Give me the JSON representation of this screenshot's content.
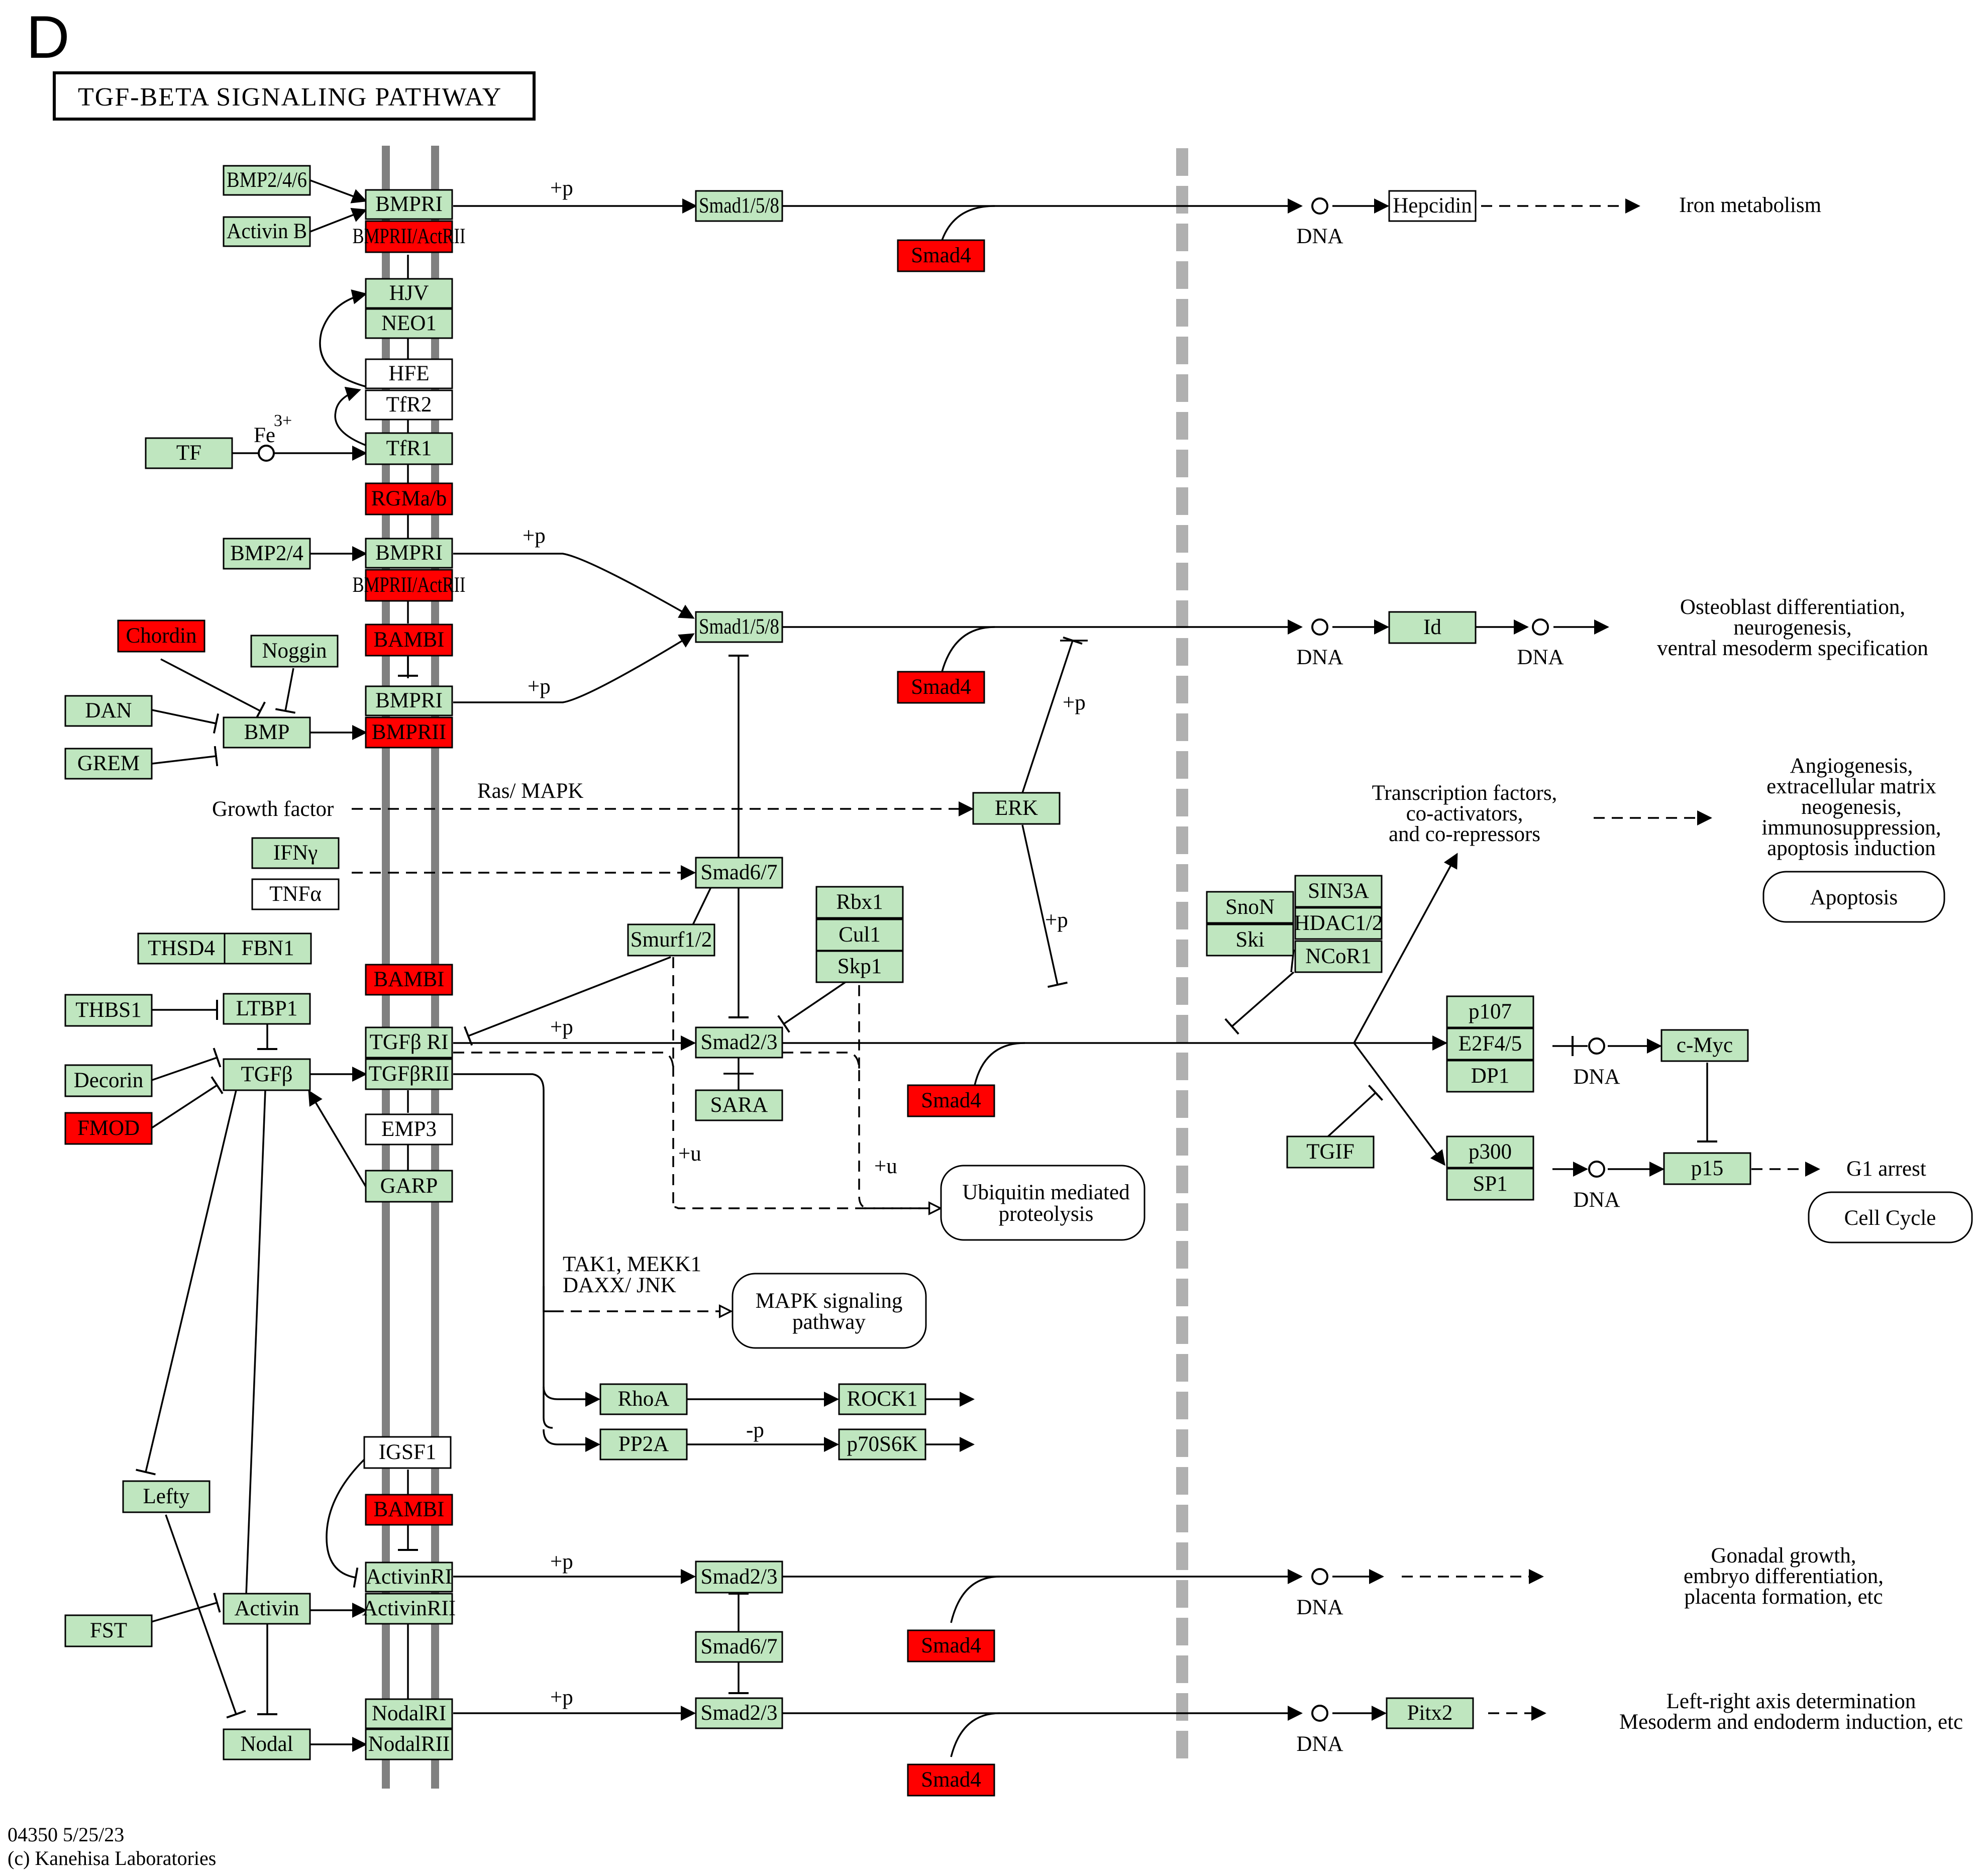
{
  "panel_letter": "D",
  "title": "TGF-BETA SIGNALING PATHWAY",
  "footer": {
    "code": "04350 5/25/23",
    "copyright": "(c) Kanehisa Laboratories"
  },
  "colors": {
    "green": "#bfe6bf",
    "red": "#ff0000",
    "white": "#ffffff",
    "membrane": "#808080",
    "nucleus": "#b0b0b0"
  },
  "nodes": {
    "bmp246": "BMP2/4/6",
    "activin_b": "Activin B",
    "bmpri_1": "BMPRI",
    "bmprii_actrii_1": "BMPRII/ActRII",
    "hjv": "HJV",
    "neo1": "NEO1",
    "hfe": "HFE",
    "tfr2": "TfR2",
    "tf": "TF",
    "tfr1": "TfR1",
    "rgmab": "RGMa/b",
    "bmp24": "BMP2/4",
    "bmpri_2": "BMPRI",
    "bmprii_actrii_2": "BMPRII/ActRII",
    "chordin": "Chordin",
    "noggin": "Noggin",
    "bambi_1": "BAMBI",
    "dan": "DAN",
    "bmp": "BMP",
    "bmpri_3": "BMPRI",
    "bmprii_3": "BMPRII",
    "grem": "GREM",
    "ifny": "IFNγ",
    "tnfa": "TNFα",
    "thsd4": "THSD4",
    "fbn1": "FBN1",
    "bambi_2": "BAMBI",
    "thbs1": "THBS1",
    "ltbp1": "LTBP1",
    "tgfbri": "TGFβ RI",
    "decorin": "Decorin",
    "tgfb": "TGFβ",
    "tgfbrii": "TGFβRII",
    "fmod": "FMOD",
    "emp3": "EMP3",
    "garp": "GARP",
    "smad158_1": "Smad1/5/8",
    "smad4_1": "Smad4",
    "smad158_2": "Smad1/5/8",
    "smad4_2": "Smad4",
    "erk": "ERK",
    "smad67_1": "Smad6/7",
    "smurf12": "Smurf1/2",
    "rbx1": "Rbx1",
    "cul1": "Cul1",
    "skp1": "Skp1",
    "smad23_1": "Smad2/3",
    "sara": "SARA",
    "smad4_3": "Smad4",
    "hepcidin": "Hepcidin",
    "id": "Id",
    "snon": "SnoN",
    "ski": "Ski",
    "sin3a": "SIN3A",
    "hdac12": "HDAC1/2",
    "ncor1": "NCoR1",
    "p107": "p107",
    "e2f45": "E2F4/5",
    "dp1": "DP1",
    "cmyc": "c-Myc",
    "tgif": "TGIF",
    "p300": "p300",
    "sp1": "SP1",
    "p15": "p15",
    "rhoa": "RhoA",
    "rock1": "ROCK1",
    "pp2a": "PP2A",
    "p70s6k": "p70S6K",
    "igsf1": "IGSF1",
    "bambi_3": "BAMBI",
    "lefty": "Lefty",
    "activinri": "ActivinRI",
    "activin": "Activin",
    "activinrii": "ActivinRII",
    "fst": "FST",
    "smad23_2": "Smad2/3",
    "smad67_2": "Smad6/7",
    "smad4_4": "Smad4",
    "nodal": "Nodal",
    "nodalri": "NodalRI",
    "nodalrii": "NodalRII",
    "smad23_3": "Smad2/3",
    "smad4_5": "Smad4",
    "pitx2": "Pitx2"
  },
  "labels": {
    "plus_p": "+p",
    "minus_p": "-p",
    "plus_u": "+u",
    "dna": "DNA",
    "fe": "Fe",
    "fe_sup": "3+",
    "growth_factor": "Growth factor",
    "ras_mapk": "Ras/ MAPK",
    "tak1_line1": "TAK1, MEKK1",
    "tak1_line2": "DAXX/ JNK",
    "iron_metabolism": "Iron metabolism",
    "osteo_1": "Osteoblast differentiation,",
    "osteo_2": "neurogenesis,",
    "osteo_3": "ventral mesoderm specification",
    "tf_1": "Transcription factors,",
    "tf_2": "co-activators,",
    "tf_3": "and co-repressors",
    "angio_1": "Angiogenesis,",
    "angio_2": "extracellular matrix",
    "angio_3": "neogenesis,",
    "angio_4": "immunosuppression,",
    "angio_5": "apoptosis induction",
    "g1_arrest": "G1 arrest",
    "gonadal_1": "Gonadal growth,",
    "gonadal_2": "embryo differentiation,",
    "gonadal_3": "placenta formation, etc",
    "lr_1": "Left-right axis determination",
    "lr_2": "Mesoderm and endoderm induction, etc"
  },
  "maps": {
    "apoptosis": "Apoptosis",
    "cell_cycle": "Cell Cycle",
    "ubiq_1": "Ubiquitin mediated",
    "ubiq_2": "proteolysis",
    "mapk_1": "MAPK signaling",
    "mapk_2": "pathway"
  }
}
